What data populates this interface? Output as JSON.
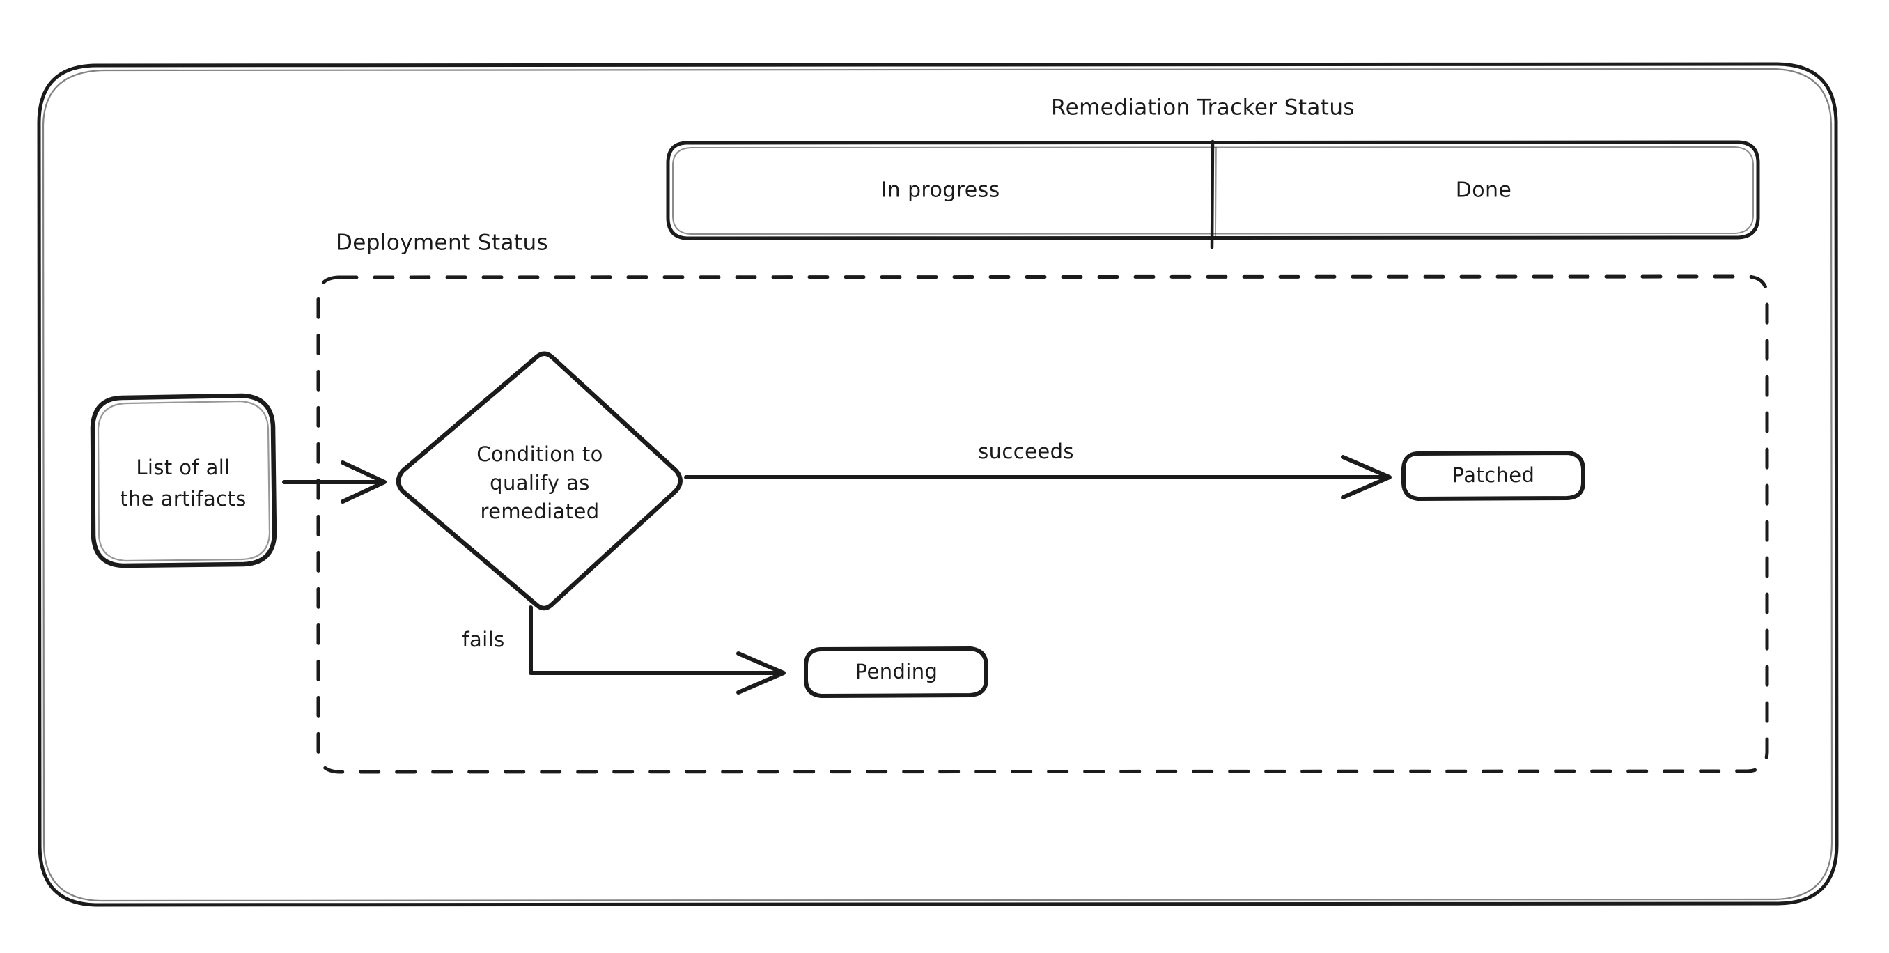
{
  "diagram": {
    "title_group": {
      "remediation_tracker_label": "Remediation Tracker Status",
      "deployment_status_label": "Deployment Status"
    },
    "tracker_bar": {
      "cells": [
        {
          "label": "In progress"
        },
        {
          "label": "Done"
        }
      ]
    },
    "nodes": {
      "source": {
        "label_line1": "List of all",
        "label_line2": "the artifacts"
      },
      "decision": {
        "label_line1": "Condition to",
        "label_line2": "qualify as",
        "label_line3": "remediated"
      },
      "patched": {
        "label": "Patched"
      },
      "pending": {
        "label": "Pending"
      }
    },
    "edges": {
      "succeeds_label": "succeeds",
      "fails_label": "fails"
    },
    "colors": {
      "stroke": "#1b1b1b",
      "background": "#ffffff",
      "text": "#1a1a1a"
    }
  }
}
